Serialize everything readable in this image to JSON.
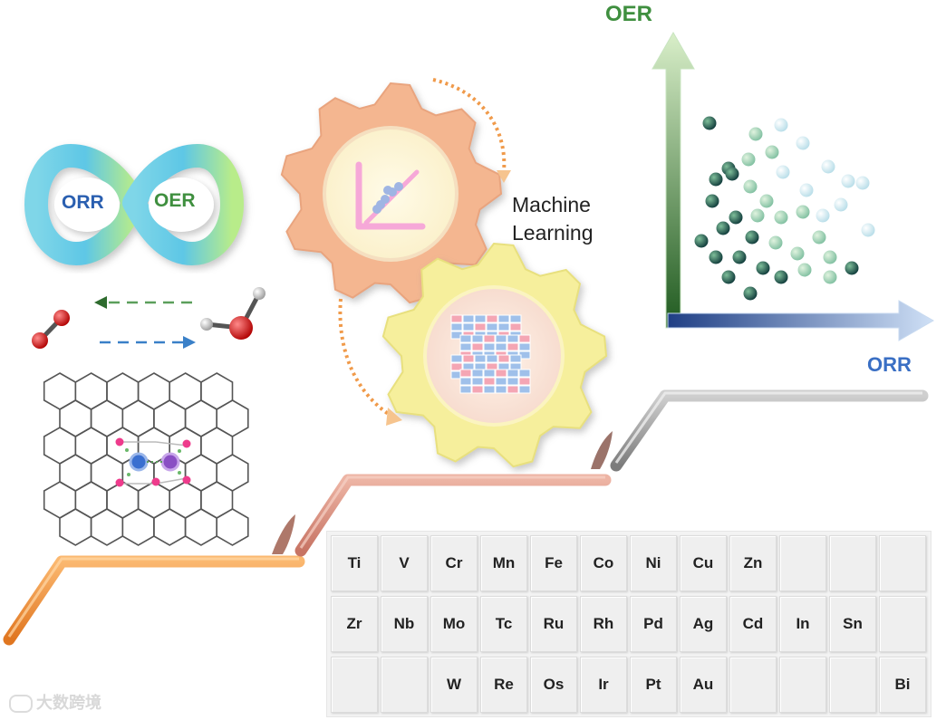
{
  "labels": {
    "axis_oer": "OER",
    "axis_orr": "ORR",
    "ml_line1": "Machine",
    "ml_line2": "Learning",
    "loop_left": "ORR",
    "loop_right": "OER",
    "watermark": "大数跨境"
  },
  "periodic_table": {
    "rows": [
      [
        "Ti",
        "V",
        "Cr",
        "Mn",
        "Fe",
        "Co",
        "Ni",
        "Cu",
        "Zn",
        "",
        "",
        ""
      ],
      [
        "Zr",
        "Nb",
        "Mo",
        "Tc",
        "Ru",
        "Rh",
        "Pd",
        "Ag",
        "Cd",
        "In",
        "Sn",
        ""
      ],
      [
        "",
        "",
        "W",
        "Re",
        "Os",
        "Ir",
        "Pt",
        "Au",
        "",
        "",
        "",
        "Bi"
      ]
    ]
  },
  "colors": {
    "oer_green": "#3f8f3f",
    "orr_blue": "#3a6fc4",
    "gear_orange": "#f2b48e",
    "gear_yellow": "#f6f0a0",
    "step_orange": "#f08a30",
    "step_pink": "#d99080",
    "step_gray": "#9a9a9a"
  }
}
